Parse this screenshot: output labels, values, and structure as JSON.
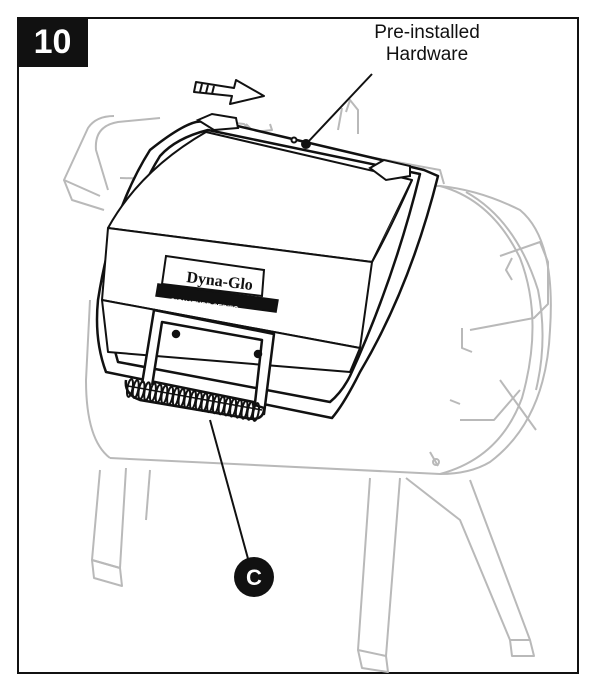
{
  "step": {
    "number": "10"
  },
  "callout": {
    "line1": "Pre-installed",
    "line2": "Hardware"
  },
  "parts": [
    {
      "letter": "C",
      "name": "handle"
    }
  ],
  "logo": {
    "brand": "Dyna-Glo",
    "subtitle": "SIGNATURE SERIES"
  },
  "colors": {
    "ink": "#111111",
    "ghost": "#b9b9b9",
    "ghost_fill": "#ffffff",
    "badge": "#111111"
  }
}
